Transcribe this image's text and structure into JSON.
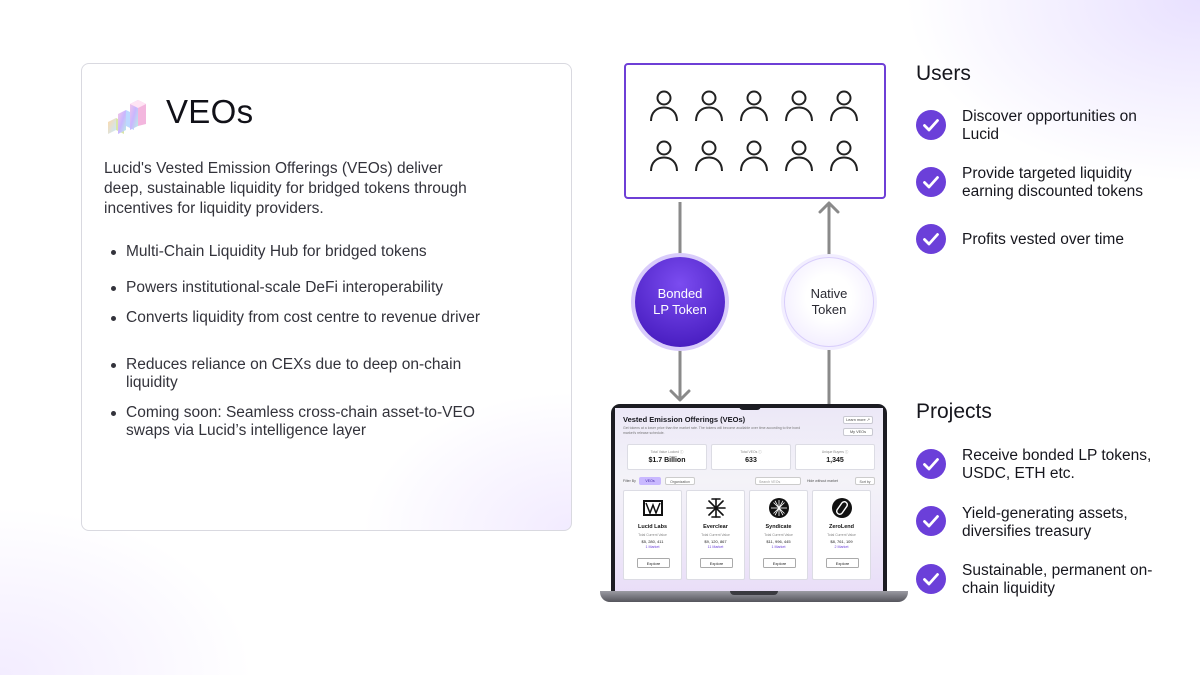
{
  "left_card": {
    "title": "VEOs",
    "intro": "Lucid's Vested Emission Offerings (VEOs) deliver deep, sustainable liquidity for bridged tokens through incentives for liquidity providers.",
    "bullets": [
      "Multi-Chain Liquidity Hub for bridged tokens",
      "Powers institutional-scale DeFi interoperability",
      "Converts liquidity from cost centre to revenue driver",
      "Reduces reliance on CEXs due to deep on-chain liquidity",
      "Coming soon: Seamless cross-chain asset-to-VEO swaps via Lucid’s intelligence layer"
    ]
  },
  "diagram": {
    "bonded_token_label": "Bonded LP Token",
    "native_token_label": "Native Token",
    "accent_color": "#6e3fd6"
  },
  "laptop_screen": {
    "title": "Vested Emission Offerings (VEOs)",
    "subtitle": "Get tokens at a lower price than the market rate. The tokens will become available over time according to the bond market's release schedule.",
    "learn_more": "Learn more ↗",
    "my_veos": "My VEOs",
    "stats": [
      {
        "label": "Total Value Locked ⓘ",
        "value": "$1.7 Billion"
      },
      {
        "label": "Total VEOs ⓘ",
        "value": "633"
      },
      {
        "label": "Unique Buyers ⓘ",
        "value": "1,345"
      }
    ],
    "filter": {
      "filter_by": "Filter By",
      "tab_veos": "VEOs",
      "tab_organization": "Organization",
      "search_placeholder": "Search VEOs",
      "hide_label": "Hide without market",
      "sort": "Sort by"
    },
    "projects": [
      {
        "name": "Lucid Labs",
        "label": "Total Current Value",
        "value": "$5, 280, 411",
        "markets": "1 Market",
        "cta": "Explore"
      },
      {
        "name": "Everclear",
        "label": "Total Current Value",
        "value": "$9, 120, 867",
        "markets": "11 Market",
        "cta": "Explore"
      },
      {
        "name": "Syndicate",
        "label": "Total Current Value",
        "value": "$11, 996, 445",
        "markets": "1 Market",
        "cta": "Explore"
      },
      {
        "name": "ZeroLend",
        "label": "Total Current Value",
        "value": "$8, 761, 109",
        "markets": "2 Market",
        "cta": "Explore"
      }
    ]
  },
  "users": {
    "title": "Users",
    "items": [
      "Discover opportunities on Lucid",
      "Provide targeted liquidity earning discounted tokens",
      "Profits vested over time"
    ]
  },
  "projects": {
    "title": "Projects",
    "items": [
      "Receive bonded LP tokens, USDC, ETH etc.",
      "Yield-generating assets, diversifies treasury",
      "Sustainable, permanent on-chain liquidity"
    ]
  },
  "check_color": "#6b3fd9"
}
